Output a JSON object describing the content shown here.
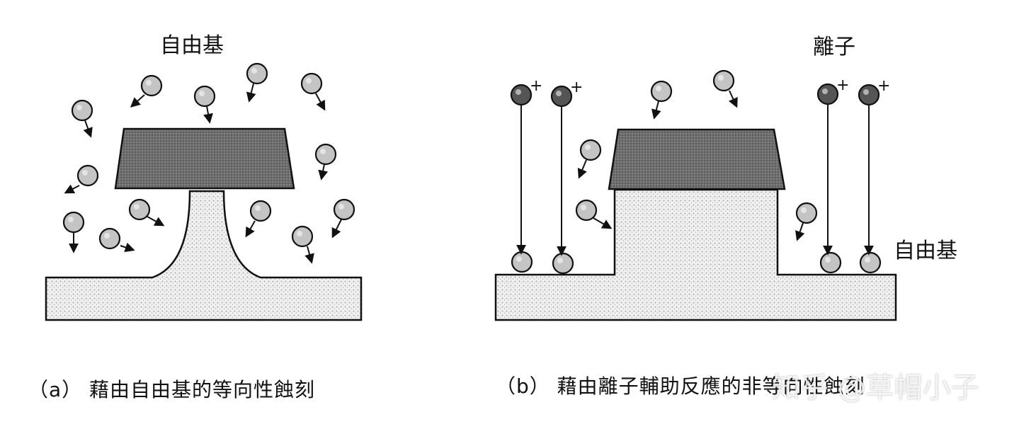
{
  "panel_a": {
    "label_top": "自由基",
    "caption": "（a） 藉由自由基的等向性蝕刻"
  },
  "panel_b": {
    "label_top": "離子",
    "label_right": "自由基",
    "ion_charge": "+",
    "caption": "（b） 藉由離子輔助反應的非等向性蝕刻"
  },
  "watermark": "知乎 @草帽小子",
  "colors": {
    "mask": "#6e6e6e",
    "substrate": "#ececec",
    "radical": "#c4c4c4",
    "ion": "#555555",
    "outline": "#111111"
  }
}
